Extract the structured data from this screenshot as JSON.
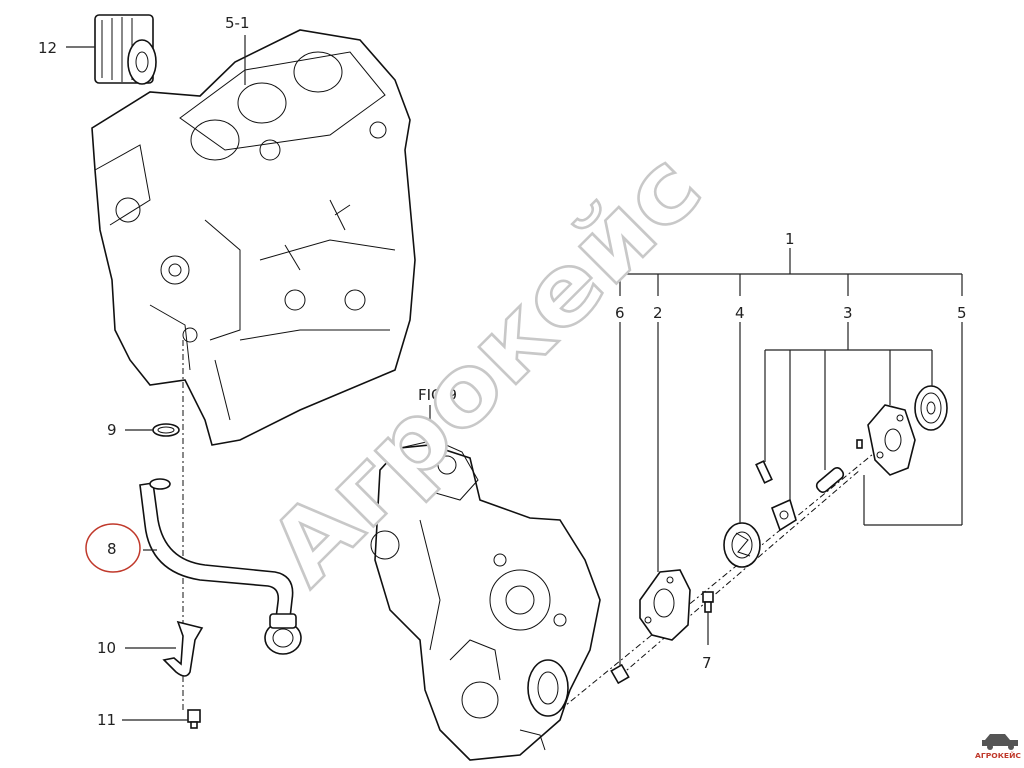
{
  "labels": {
    "l1": "1",
    "l2": "2",
    "l3": "3",
    "l4": "4",
    "l5": "5",
    "l6": "6",
    "l7": "7",
    "l8": "8",
    "l9": "9",
    "l10": "10",
    "l11": "11",
    "l12": "12",
    "l5_1": "5-1",
    "fig9": "FIG.9"
  },
  "watermark": "Агрокейс",
  "logo": "АГРОКЕЙС",
  "colors": {
    "line": "#111111",
    "highlight": "#c0392b",
    "watermark": "#c8c8c8"
  }
}
